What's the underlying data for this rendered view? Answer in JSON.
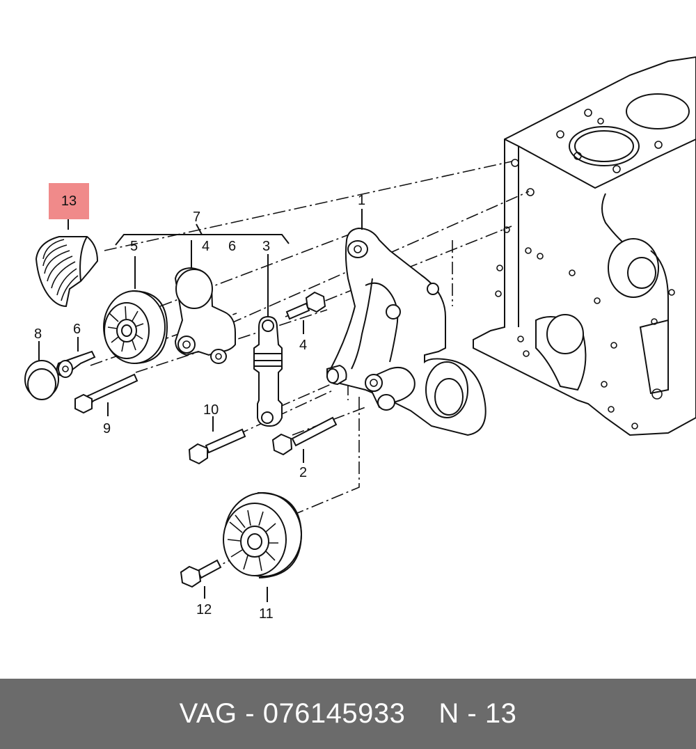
{
  "highlight": {
    "label": "13"
  },
  "callouts": {
    "c1": "1",
    "c2": "2",
    "c3": "3",
    "c4a": "4",
    "c4b": "4",
    "c5": "5",
    "c6a": "6",
    "c6b": "6",
    "c7": "7",
    "c8": "8",
    "c9": "9",
    "c10": "10",
    "c11": "11",
    "c12": "12"
  },
  "footer": {
    "brand": "VAG - 076145933",
    "ref": "N - 13"
  },
  "colors": {
    "highlight": "#f08a8a",
    "footer_bg": "#6b6b6b",
    "footer_text": "#ffffff"
  }
}
